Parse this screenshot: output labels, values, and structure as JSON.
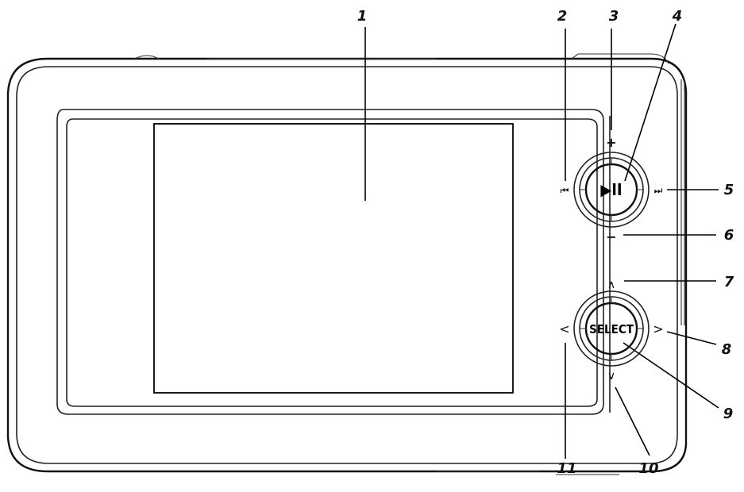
{
  "buttons": {
    "play_pause_label": "▶II",
    "select_label": "SELECT",
    "volume_up_label": "+",
    "volume_down_label": "−",
    "prev_label": "⏮",
    "next_label": "⏭",
    "up_label": "∧",
    "down_label": "∨",
    "left_label": "<",
    "right_label": ">"
  },
  "callouts": [
    "1",
    "2",
    "3",
    "4",
    "5",
    "6",
    "7",
    "8",
    "9",
    "10",
    "11"
  ]
}
